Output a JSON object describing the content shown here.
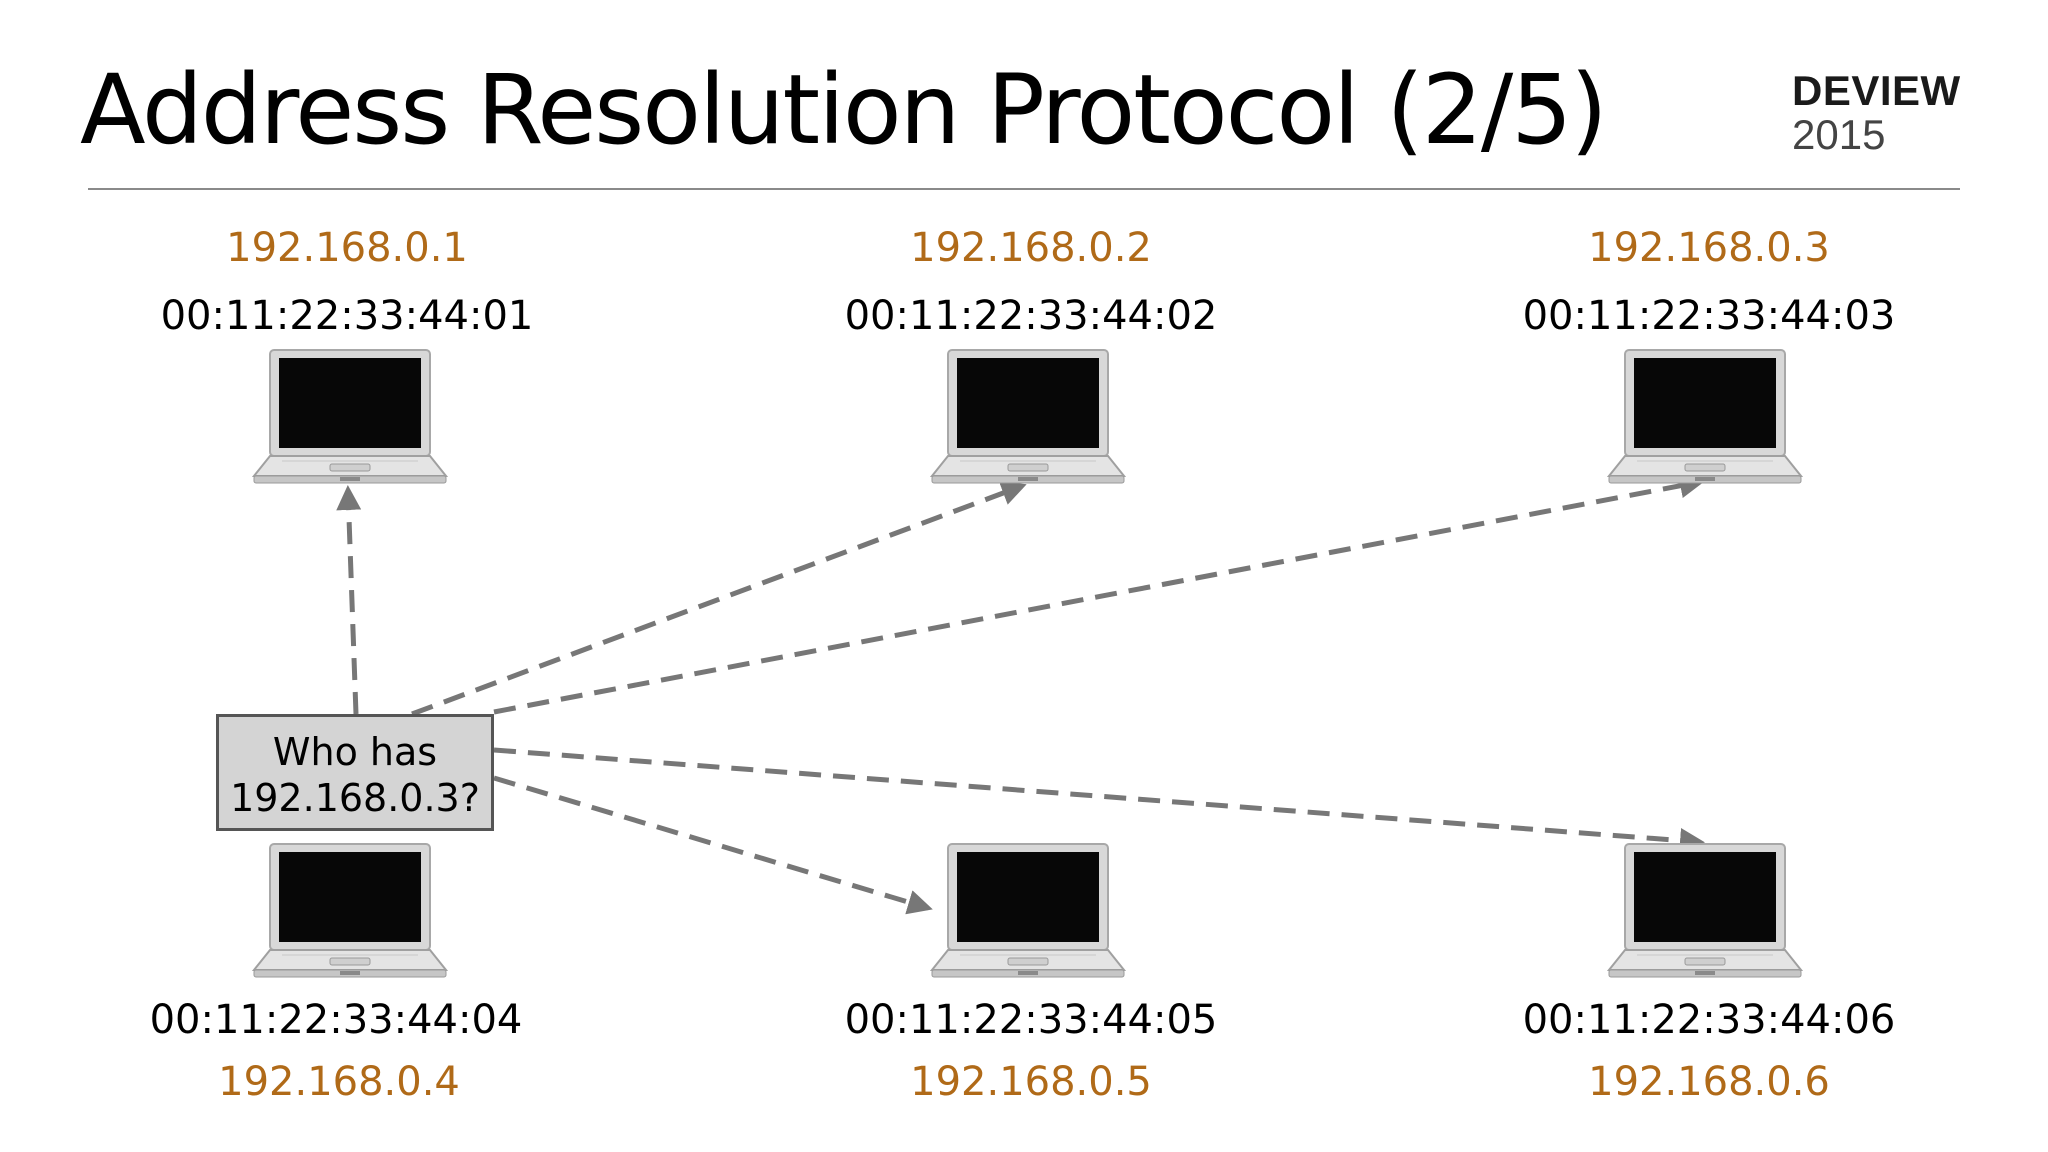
{
  "slide": {
    "title": "Address Resolution Protocol (2/5)",
    "brand_name": "DEVIEW",
    "brand_year": "2015"
  },
  "hosts": [
    {
      "id": "host-1",
      "ip": "192.168.0.1",
      "mac": "00:11:22:33:44:01"
    },
    {
      "id": "host-2",
      "ip": "192.168.0.2",
      "mac": "00:11:22:33:44:02"
    },
    {
      "id": "host-3",
      "ip": "192.168.0.3",
      "mac": "00:11:22:33:44:03"
    },
    {
      "id": "host-4",
      "ip": "192.168.0.4",
      "mac": "00:11:22:33:44:04"
    },
    {
      "id": "host-5",
      "ip": "192.168.0.5",
      "mac": "00:11:22:33:44:05"
    },
    {
      "id": "host-6",
      "ip": "192.168.0.6",
      "mac": "00:11:22:33:44:06"
    }
  ],
  "query": {
    "line1": "Who has",
    "line2": "192.168.0.3?"
  },
  "broadcast_targets": [
    "host-1",
    "host-2",
    "host-3",
    "host-5",
    "host-6"
  ],
  "colors": {
    "ip_text": "#b06a18",
    "arrow": "#777777",
    "query_fill": "#d4d4d4",
    "query_border": "#555555"
  }
}
